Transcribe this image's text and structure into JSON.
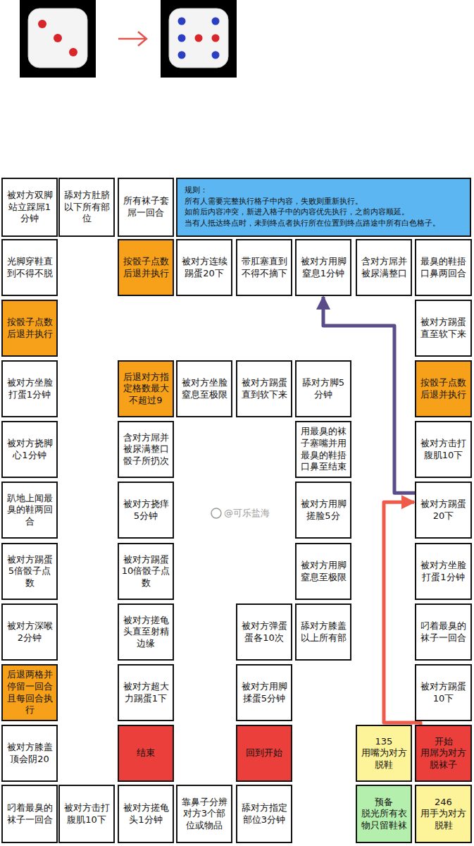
{
  "diagram": {
    "nodes": [
      {
        "text": [
          "被对方双脚站立踩屌1分钟"
        ]
      },
      {
        "text": [
          "舔对方肚脐以下所有部位"
        ]
      },
      {
        "text": [
          "所有袜子套屌一回合"
        ]
      },
      {
        "text": [
          "规则：",
          "所有人需要完整执行格子中内容，失败则重新执行。",
          "如前后内容冲突，新进入格子中的内容优先执行，之前内容顺延。",
          "当有人抵达终点时，未到终点者执行所在位置到终点路途中所有白色格子。"
        ]
      },
      {
        "text": [
          "光脚穿鞋直到不得不脱"
        ]
      },
      {
        "text": [
          "按骰子点数后退并执行"
        ]
      },
      {
        "text": [
          "被对方连续踢蛋20下"
        ]
      },
      {
        "text": [
          "带肛塞直到不得不摘下"
        ]
      },
      {
        "text": [
          "被对方用脚窒息1分钟"
        ]
      },
      {
        "text": [
          "含对方屌并被尿满整口"
        ]
      },
      {
        "text": [
          "最臭的鞋捂口鼻两回合"
        ]
      },
      {
        "text": [
          "按骰子点数后退并执行"
        ]
      },
      {
        "text": [
          "被对方踢蛋直至软下来"
        ]
      },
      {
        "text": [
          "被对方坐脸打蛋1分钟"
        ]
      },
      {
        "text": [
          "后退对方指定格数最大不超过9"
        ]
      },
      {
        "text": [
          "被对方坐脸窒息至极限"
        ]
      },
      {
        "text": [
          "被对方踢蛋直到软下来"
        ]
      },
      {
        "text": [
          "舔对方脚5分钟"
        ]
      },
      {
        "text": [
          "按骰子点数后退并执行"
        ]
      },
      {
        "text": [
          "被对方挠脚心1分钟"
        ]
      },
      {
        "text": [
          "含对方屌并被尿满整口骰子所扔次"
        ]
      },
      {
        "text": [
          "用最臭的袜子塞嘴并用最臭的鞋捂口鼻至结束"
        ]
      },
      {
        "text": [
          "被对方击打腹肌10下"
        ]
      },
      {
        "text": [
          "趴地上闻最臭的鞋两回合"
        ]
      },
      {
        "text": [
          "被对方挠痒5分钟"
        ]
      },
      {
        "text": [
          "被对方用脚搓脸5分"
        ]
      },
      {
        "text": [
          "被对方踢蛋20下"
        ]
      },
      {
        "text": [
          "被对方踢蛋5倍骰子点数"
        ]
      },
      {
        "text": [
          "被对方踢蛋10倍骰子点数"
        ]
      },
      {
        "text": [
          "被对方用脚窒息至极限"
        ]
      },
      {
        "text": [
          "被对方坐脸打蛋1分钟"
        ]
      },
      {
        "text": [
          "被对方深喉2分钟"
        ]
      },
      {
        "text": [
          "被对方搓龟头直至射精边缘"
        ]
      },
      {
        "text": [
          "被对方弹蛋蛋各10次"
        ]
      },
      {
        "text": [
          "舔对方膝盖以上所有部"
        ]
      },
      {
        "text": [
          "叼着最臭的袜子一回合"
        ]
      },
      {
        "text": [
          "后退两格并停留一回合且每回合执行"
        ]
      },
      {
        "text": [
          "被对方超大力踢蛋1下"
        ]
      },
      {
        "text": [
          "被对方用脚揉蛋5分钟"
        ]
      },
      {
        "text": [
          "被对方踢蛋10下"
        ]
      },
      {
        "text": [
          "被对方膝盖顶会阴20"
        ]
      },
      {
        "text": [
          "结束"
        ]
      },
      {
        "text": [
          "回到开始"
        ]
      },
      {
        "text": [
          "135",
          "用嘴为对方脱鞋"
        ]
      },
      {
        "text": [
          "开始",
          "用屌为对方脱袜子"
        ]
      },
      {
        "text": [
          "叼着最臭的袜子一回合"
        ]
      },
      {
        "text": [
          "被对方击打腹肌10下"
        ]
      },
      {
        "text": [
          "被对方搓龟头1分钟"
        ]
      },
      {
        "text": [
          "靠鼻子分辨对方3个部位或物品"
        ]
      },
      {
        "text": [
          "舔对方指定部位3分钟"
        ]
      },
      {
        "text": [
          "预备",
          "脱光所有衣物只留鞋袜"
        ]
      },
      {
        "text": [
          "246",
          "用手为对方脱鞋"
        ]
      }
    ],
    "edges": [
      {
        "from": 44,
        "to": 26,
        "arrow": "to"
      },
      {
        "from": 26,
        "to": 8,
        "arrow": "to"
      }
    ],
    "labels": [
      "@可乐盐海"
    ]
  }
}
